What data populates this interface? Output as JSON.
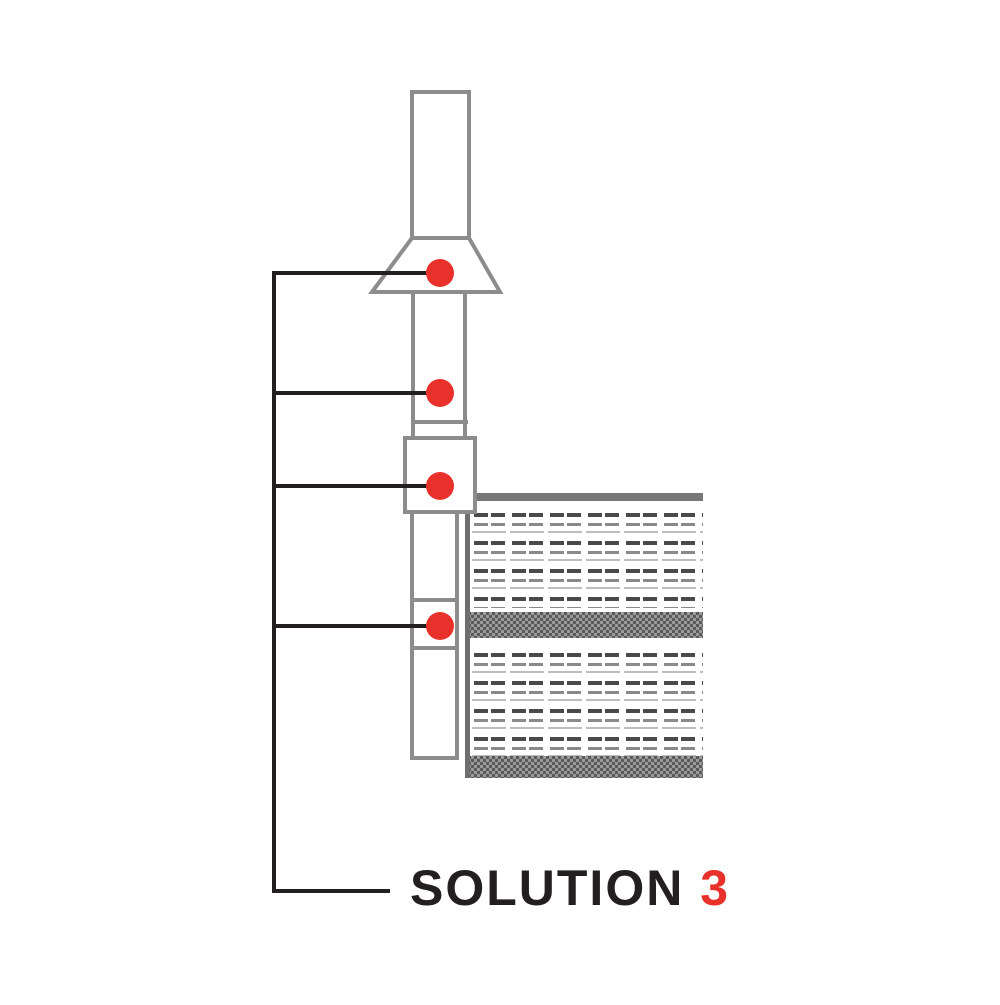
{
  "caption": {
    "label": "SOLUTION",
    "number": "3"
  },
  "markers": [
    {
      "name": "marker-funnel"
    },
    {
      "name": "marker-pipe-middle"
    },
    {
      "name": "marker-coupling"
    },
    {
      "name": "marker-joint"
    }
  ],
  "colors": {
    "line": "#231f20",
    "marker": "#e8312a",
    "outline": "#8c8c8c",
    "grid": "#555555"
  }
}
